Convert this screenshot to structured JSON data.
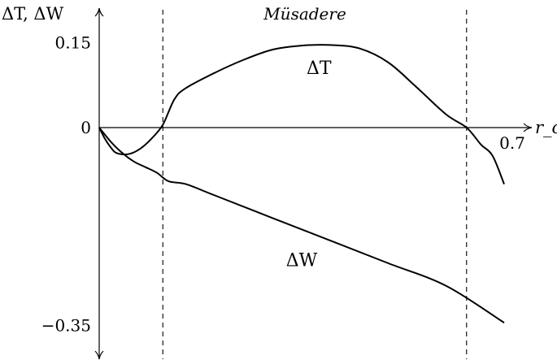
{
  "chart_data": {
    "type": "line",
    "ylabel": "ΔT, ΔW",
    "xlabel": "r_c",
    "xlim": [
      0,
      0.7
    ],
    "ylim": [
      -0.39,
      0.2
    ],
    "x_ticks": [
      {
        "value": 0.7,
        "label": "0.7"
      }
    ],
    "y_ticks": [
      {
        "value": 0.15,
        "label": "0.15"
      },
      {
        "value": 0,
        "label": "0"
      },
      {
        "value": -0.35,
        "label": "−0.35"
      }
    ],
    "region": {
      "label": "Müsadere",
      "x_start": 0.11,
      "x_end": 0.635
    },
    "grid": false,
    "series": [
      {
        "name": "ΔT",
        "x": [
          0,
          0.01,
          0.02,
          0.03,
          0.05,
          0.07,
          0.09,
          0.11,
          0.13,
          0.15,
          0.2,
          0.25,
          0.3,
          0.35,
          0.4,
          0.45,
          0.5,
          0.55,
          0.6,
          0.635,
          0.66,
          0.68,
          0.7
        ],
        "y": [
          0,
          -0.02,
          -0.035,
          -0.045,
          -0.047,
          -0.038,
          -0.02,
          0.005,
          0.05,
          0.07,
          0.097,
          0.12,
          0.138,
          0.145,
          0.146,
          0.14,
          0.115,
          0.07,
          0.023,
          0,
          -0.03,
          -0.05,
          -0.1
        ]
      },
      {
        "name": "ΔW",
        "x": [
          0,
          0.02,
          0.04,
          0.06,
          0.08,
          0.1,
          0.12,
          0.15,
          0.2,
          0.3,
          0.4,
          0.5,
          0.6,
          0.7
        ],
        "y": [
          0,
          -0.025,
          -0.045,
          -0.06,
          -0.07,
          -0.08,
          -0.095,
          -0.1,
          -0.12,
          -0.16,
          -0.2,
          -0.24,
          -0.28,
          -0.345
        ]
      }
    ],
    "annotations": [
      {
        "text": "ΔT",
        "x": 0.38,
        "y": 0.095
      },
      {
        "text": "ΔW",
        "x": 0.35,
        "y": -0.245
      }
    ]
  }
}
